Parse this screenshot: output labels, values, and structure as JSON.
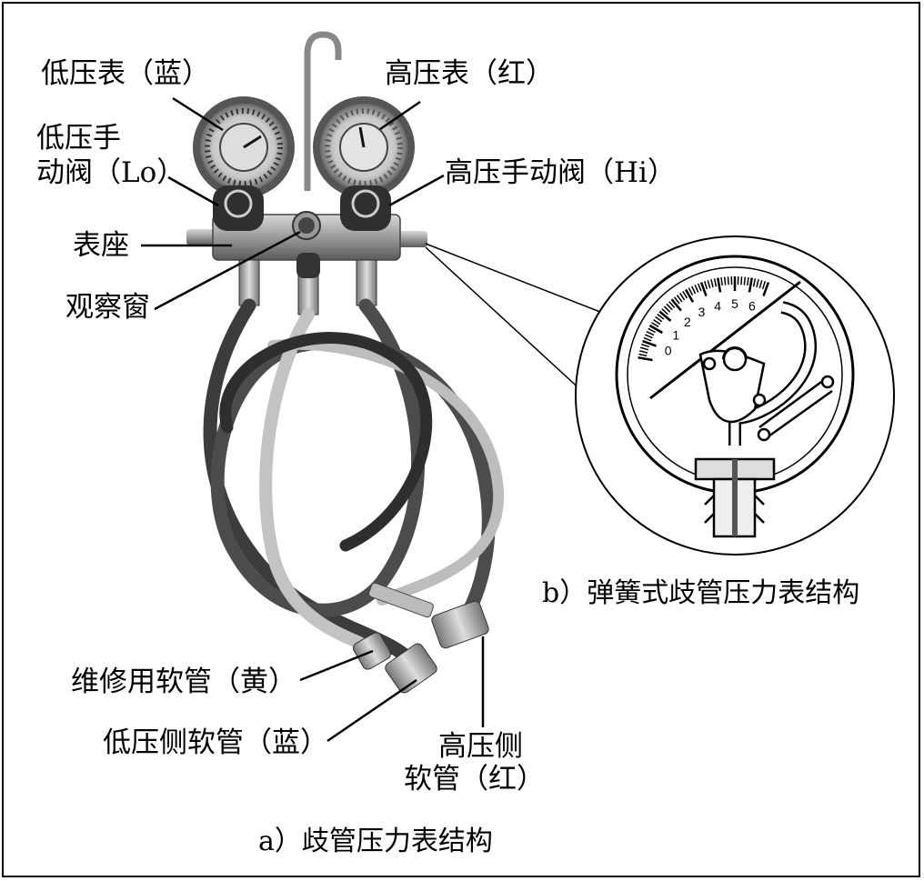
{
  "labels": {
    "low_gauge": "低压表（蓝）",
    "high_gauge": "高压表（红）",
    "low_valve_line1": "低压手",
    "low_valve_line2": "动阀（Lo）",
    "high_valve": "高压手动阀（Hi）",
    "gauge_seat": "表座",
    "sight_glass": "观察窗",
    "service_hose": "维修用软管（黄）",
    "low_side_hose": "低压侧软管（蓝）",
    "high_side_hose_line1": "高压侧",
    "high_side_hose_line2": "软管（红）"
  },
  "captions": {
    "a": "a）歧管压力表结构",
    "b": "b）弹簧式歧管压力表结构"
  },
  "dial_scale": [
    "0",
    "1",
    "2",
    "3",
    "4",
    "5",
    "6"
  ]
}
